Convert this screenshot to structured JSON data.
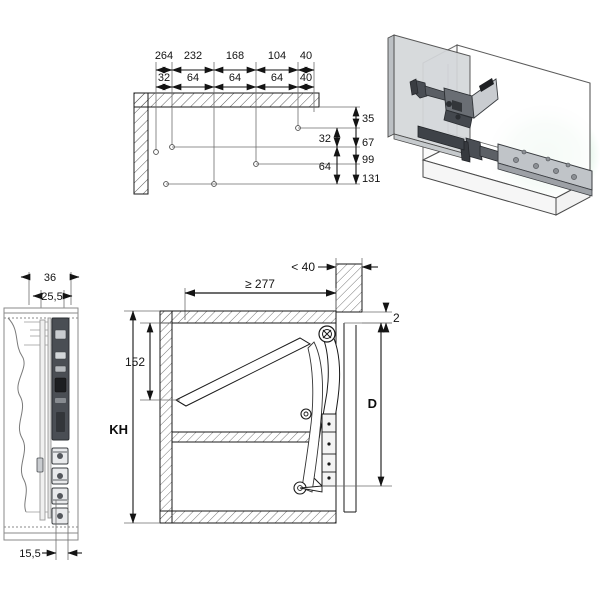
{
  "drawing": {
    "title": "Cabinet lift-up flap fitting installation drawing",
    "background_color": "#ffffff",
    "line_color": "#1a1a1a",
    "hatch_color": "#555555",
    "highlight_color": "#a8dcb8",
    "metal_dark": "#3c3f44",
    "panel_fill": "#d9dbdd"
  },
  "top_view": {
    "name": "drilling-pattern-plan",
    "horizontal_chain_outer": [
      "264",
      "232",
      "168",
      "104",
      "40"
    ],
    "horizontal_chain_inner": [
      "32",
      "64",
      "64",
      "64",
      "40"
    ],
    "vertical_chain_outer": [
      "35",
      "67",
      "99",
      "131"
    ],
    "vertical_chain_inner": [
      "32",
      "64"
    ]
  },
  "iso_view": {
    "name": "isometric-assembly-view",
    "caption": ""
  },
  "side_view": {
    "name": "side-elevation-view",
    "dim_top": "36",
    "dim_top_inner": "25,5",
    "dim_bottom": "15,5"
  },
  "section_view": {
    "name": "cross-section-view",
    "dim_depth_min": "≥ 277",
    "dim_front_gap": "< 40",
    "dim_top_clearance": "2",
    "dim_inner_height": "152",
    "label_cabinet_height": "KH",
    "label_door_height": "D"
  }
}
